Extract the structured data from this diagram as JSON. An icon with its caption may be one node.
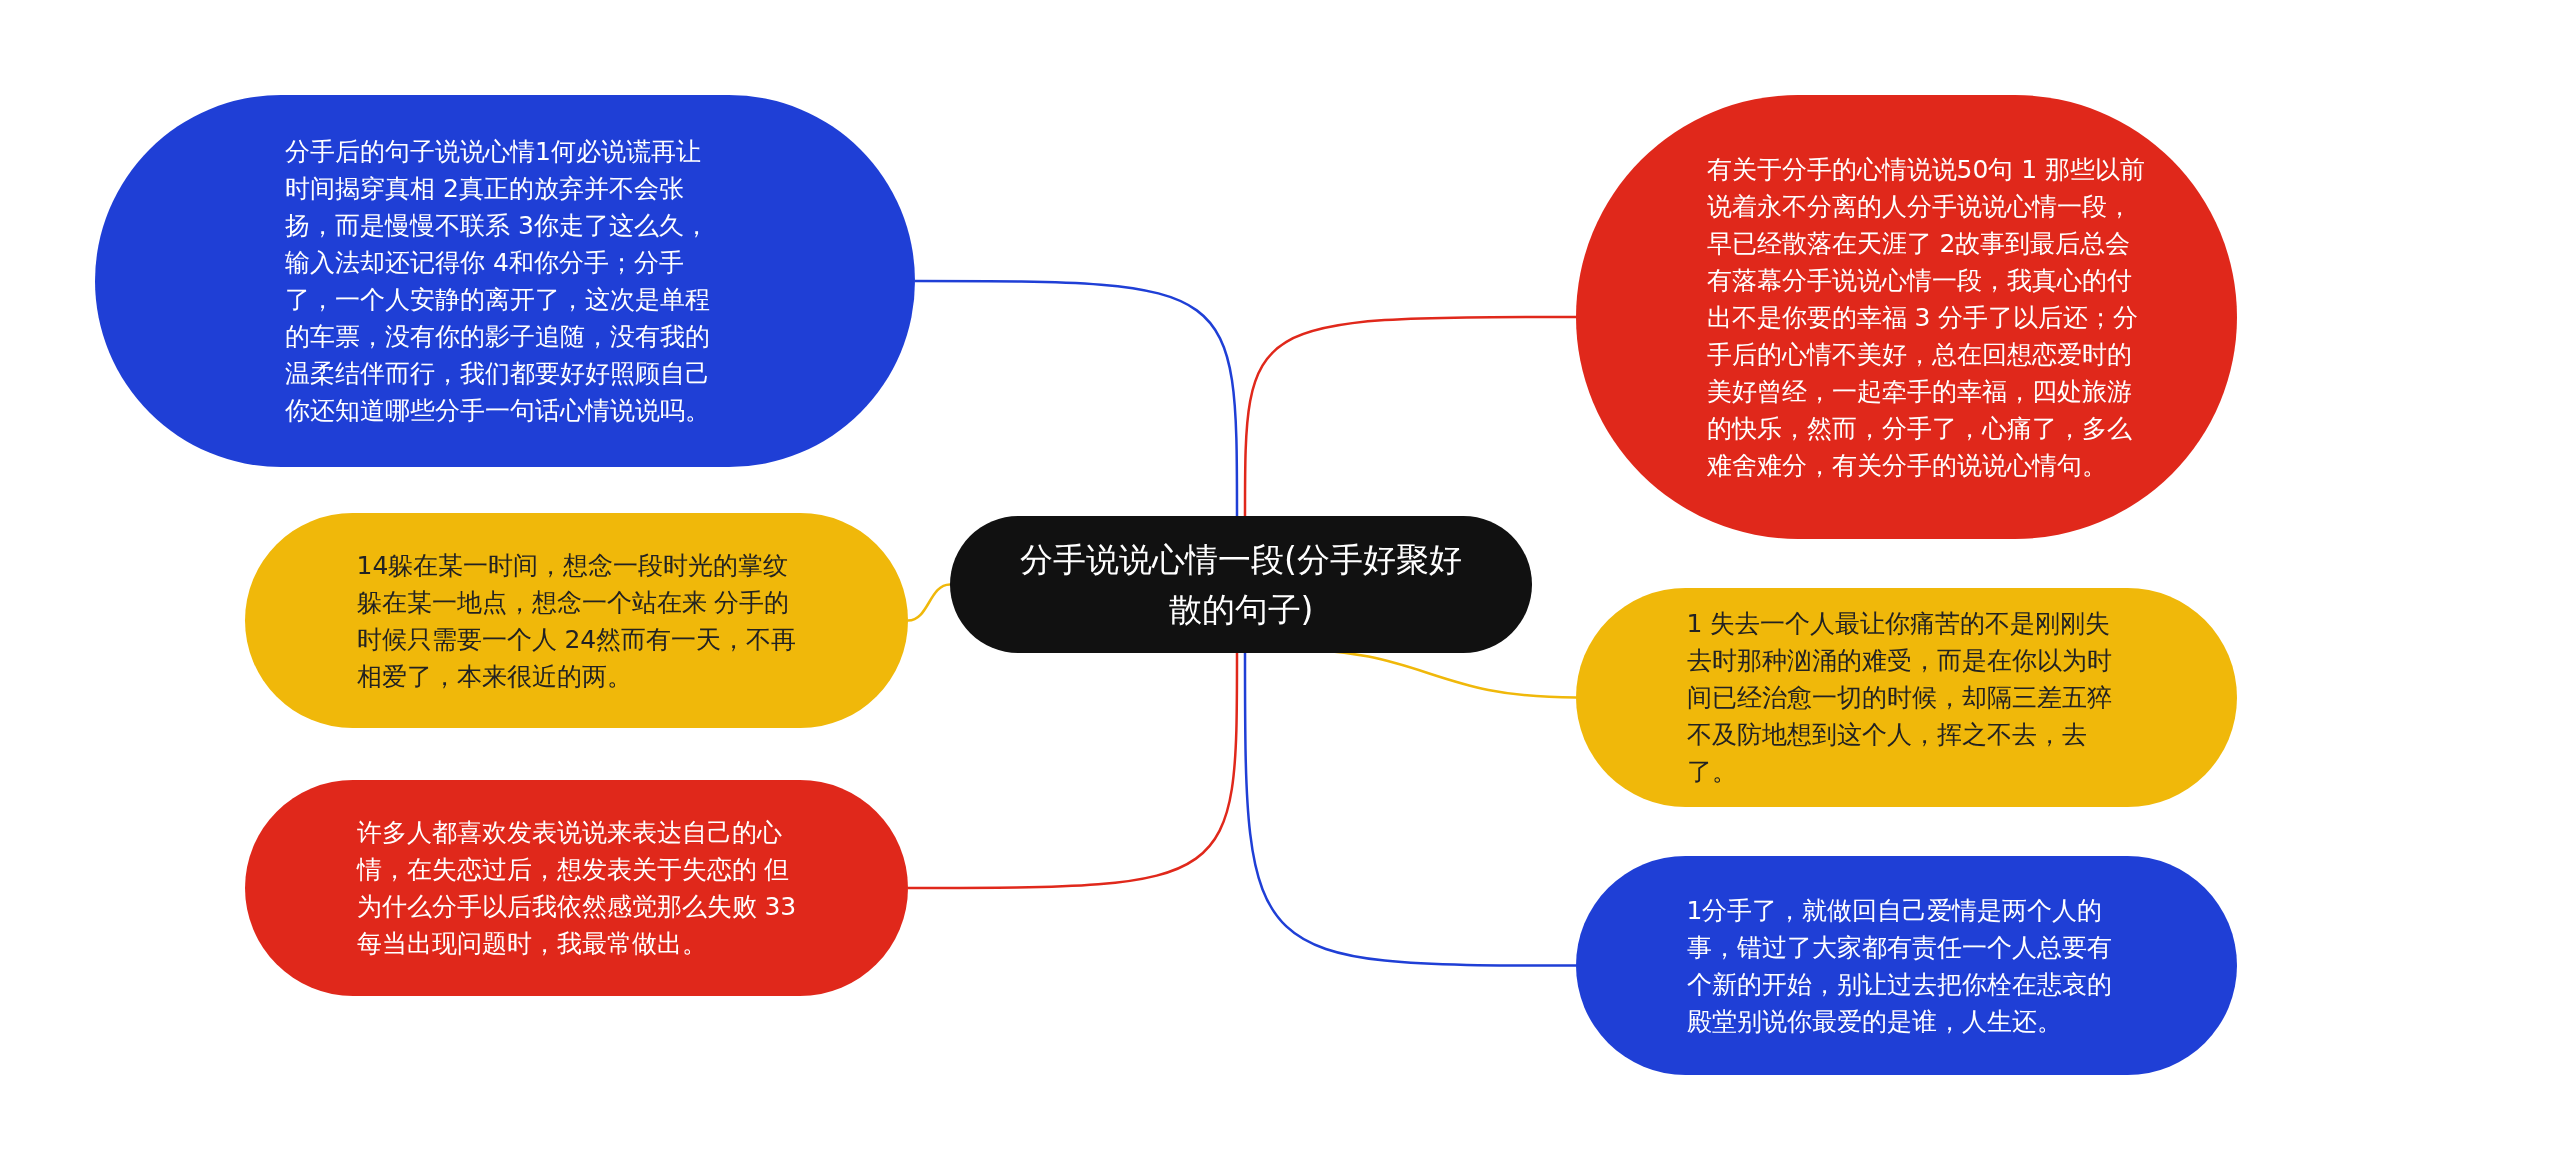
{
  "diagram": {
    "nodes": [
      {
        "text": [
          "分手说说心情一段(分手好聚好散的句子)"
        ]
      },
      {
        "text": [
          "分手后的句子说说心情1何必说谎再让时间揭穿真相 2真正的放弃并不会张扬，而是慢慢不联系 3你走了这么久，输入法却还记得你 4和你分手；分手了，一个人安静的离开了，这次是单程的车票，没有你的影子追随，没有我的温柔结伴而行，我们都要好好照顾自己你还知道哪些分手一句话心情说说吗。"
        ]
      },
      {
        "text": [
          "14躲在某一时间，想念一段时光的掌纹躲在某一地点，想念一个站在来 分手的时候只需要一个人 24然而有一天，不再相爱了，本来很近的两。"
        ]
      },
      {
        "text": [
          "许多人都喜欢发表说说来表达自己的心情，在失恋过后，想发表关于失恋的 但为什么分手以后我依然感觉那么失败 33 每当出现问题时，我最常做出。"
        ]
      },
      {
        "text": [
          "有关于分手的心情说说50句 1 那些以前说着永不分离的人分手说说心情一段，早已经散落在天涯了 2故事到最后总会有落幕分手说说心情一段，我真心的付出不是你要的幸福 3 分手了以后还；分手后的心情不美好，总在回想恋爱时的美好曾经，一起牵手的幸福，四处旅游的快乐，然而，分手了，心痛了，多么难舍难分，有关分手的说说心情句。"
        ]
      },
      {
        "text": [
          "1 失去一个人最让你痛苦的不是刚刚失去时那种汹涌的难受，而是在你以为时间已经治愈一切的时候，却隔三差五猝不及防地想到这个人，挥之不去，去了。"
        ]
      },
      {
        "text": [
          "1分手了，就做回自己爱情是两个人的事，错过了大家都有责任一个人总要有个新的开始，别让过去把你栓在悲哀的殿堂别说你最爱的是谁，人生还。"
        ]
      }
    ],
    "edges": [
      {
        "from": 0,
        "to": 1,
        "arrow": "none",
        "color": "#1f3fd6"
      },
      {
        "from": 0,
        "to": 2,
        "arrow": "none",
        "color": "#f0b80a"
      },
      {
        "from": 0,
        "to": 3,
        "arrow": "none",
        "color": "#e0281b"
      },
      {
        "from": 0,
        "to": 4,
        "arrow": "none",
        "color": "#e0281b"
      },
      {
        "from": 0,
        "to": 5,
        "arrow": "none",
        "color": "#f0b80a"
      },
      {
        "from": 0,
        "to": 6,
        "arrow": "none",
        "color": "#1f3fd6"
      }
    ]
  }
}
